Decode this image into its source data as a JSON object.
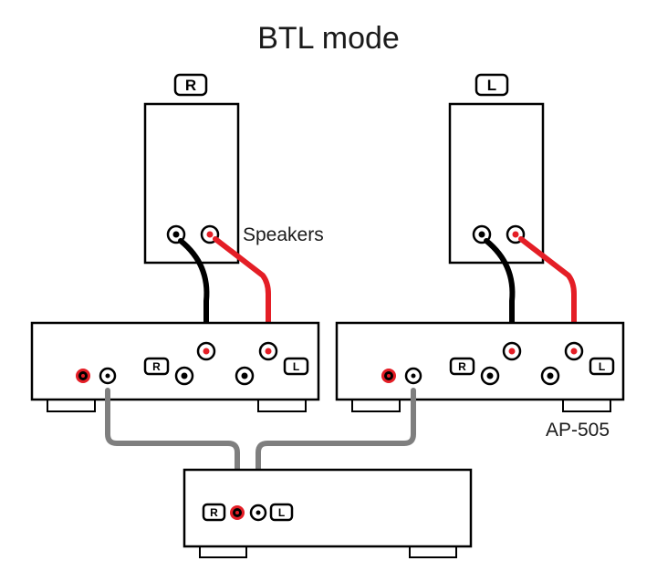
{
  "title": "BTL mode",
  "speakers_label": "Speakers",
  "model_label": "AP-505",
  "channel_badges": {
    "right": "R",
    "left": "L"
  },
  "colors": {
    "positive_wire": "#e41e26",
    "negative_wire": "#000000",
    "signal_cable": "#7f7f7f"
  }
}
